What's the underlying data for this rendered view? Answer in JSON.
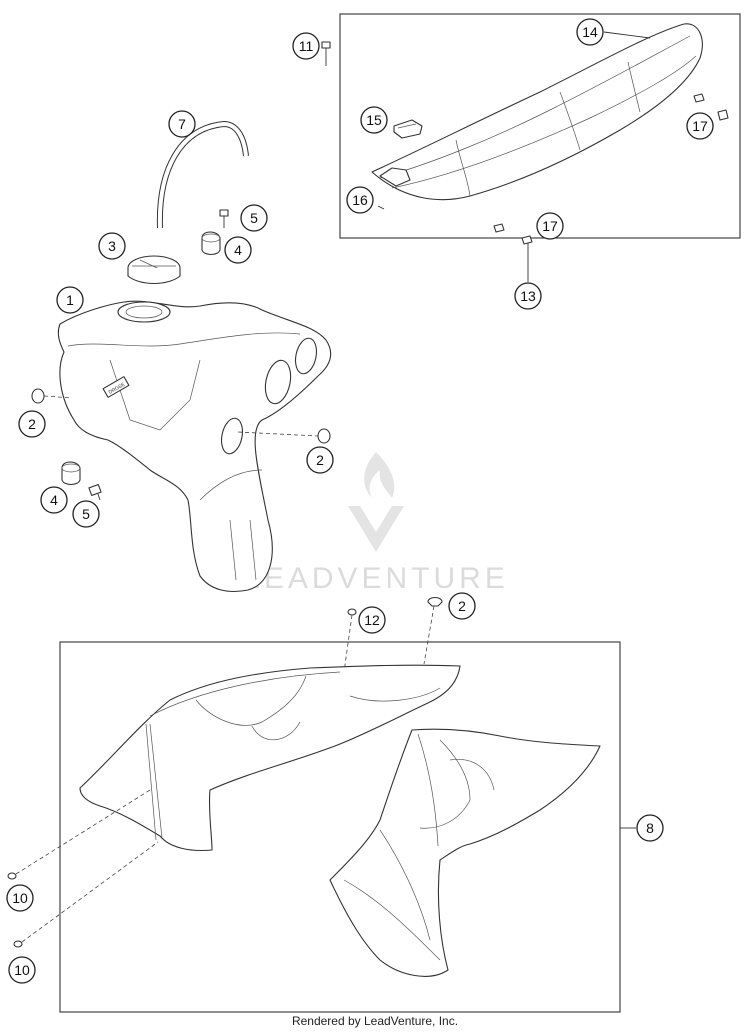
{
  "diagram": {
    "callouts": {
      "c1": "1",
      "c2a": "2",
      "c2b": "2",
      "c2c": "2",
      "c3": "3",
      "c4a": "4",
      "c4b": "4",
      "c5a": "5",
      "c5b": "5",
      "c7": "7",
      "c8": "8",
      "c10a": "10",
      "c10b": "10",
      "c11": "11",
      "c12": "12",
      "c13": "13",
      "c14": "14",
      "c15": "15",
      "c16": "16",
      "c17a": "17",
      "c17b": "17"
    },
    "tank_label": "DRGSE",
    "watermark": "LEADVENTURE"
  },
  "footer": {
    "text": "Rendered by LeadVenture, Inc."
  }
}
